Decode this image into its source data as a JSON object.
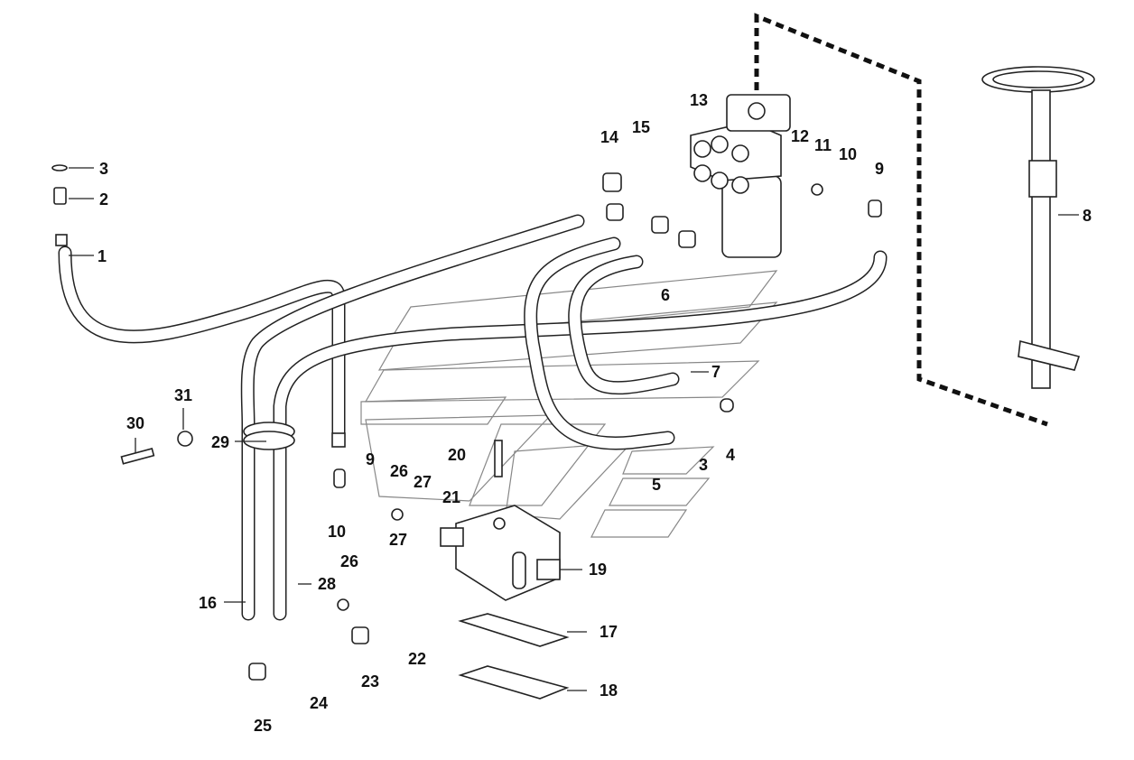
{
  "diagram": {
    "type": "exploded-parts-diagram",
    "subject": "Hydraulic steering system",
    "callouts": [
      {
        "id": "c1",
        "label": "1"
      },
      {
        "id": "c2",
        "label": "2"
      },
      {
        "id": "c3a",
        "label": "3"
      },
      {
        "id": "c3b",
        "label": "3"
      },
      {
        "id": "c4",
        "label": "4"
      },
      {
        "id": "c5",
        "label": "5"
      },
      {
        "id": "c6",
        "label": "6"
      },
      {
        "id": "c7",
        "label": "7"
      },
      {
        "id": "c8",
        "label": "8"
      },
      {
        "id": "c9a",
        "label": "9"
      },
      {
        "id": "c9b",
        "label": "9"
      },
      {
        "id": "c10a",
        "label": "10"
      },
      {
        "id": "c10b",
        "label": "10"
      },
      {
        "id": "c11",
        "label": "11"
      },
      {
        "id": "c12",
        "label": "12"
      },
      {
        "id": "c13",
        "label": "13"
      },
      {
        "id": "c14",
        "label": "14"
      },
      {
        "id": "c15",
        "label": "15"
      },
      {
        "id": "c16",
        "label": "16"
      },
      {
        "id": "c17",
        "label": "17"
      },
      {
        "id": "c18",
        "label": "18"
      },
      {
        "id": "c19",
        "label": "19"
      },
      {
        "id": "c20",
        "label": "20"
      },
      {
        "id": "c21",
        "label": "21"
      },
      {
        "id": "c22",
        "label": "22"
      },
      {
        "id": "c23",
        "label": "23"
      },
      {
        "id": "c24",
        "label": "24"
      },
      {
        "id": "c25",
        "label": "25"
      },
      {
        "id": "c26a",
        "label": "26"
      },
      {
        "id": "c26b",
        "label": "26"
      },
      {
        "id": "c27a",
        "label": "27"
      },
      {
        "id": "c27b",
        "label": "27"
      },
      {
        "id": "c28",
        "label": "28"
      },
      {
        "id": "c29",
        "label": "29"
      },
      {
        "id": "c30",
        "label": "30"
      },
      {
        "id": "c31",
        "label": "31"
      }
    ]
  }
}
